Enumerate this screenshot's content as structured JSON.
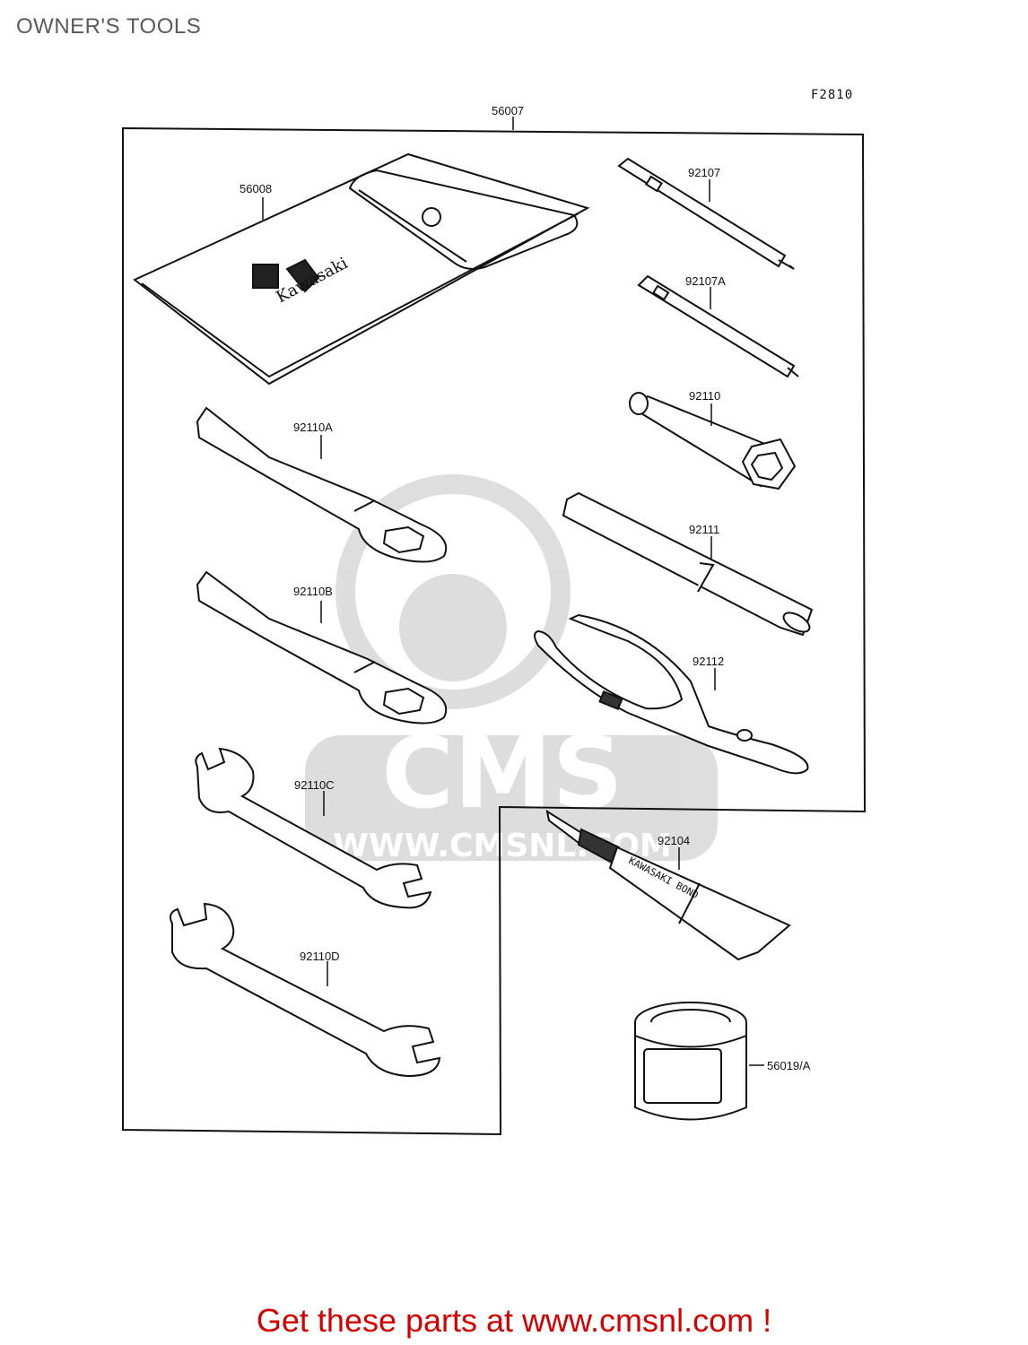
{
  "page_title": "OWNER'S TOOLS",
  "figure_code": "F2810",
  "watermark": {
    "big": "CMS",
    "url": "WWW.CMSNL.COM"
  },
  "pouch_logo": "Kawasaki",
  "tube_label": "KAWASAKI BOND",
  "callouts": {
    "kit": "56007",
    "pouch": "56008",
    "screwdriver_1": "92107",
    "screwdriver_2": "92107A",
    "socket": "92110",
    "wrench_a": "92110A",
    "bar": "92111",
    "wrench_b": "92110B",
    "pliers": "92112",
    "wrench_c": "92110C",
    "bond": "92104",
    "wrench_d": "92110D",
    "grease": "56019/A"
  },
  "footer_link": "Get these parts at www.cmsnl.com !"
}
